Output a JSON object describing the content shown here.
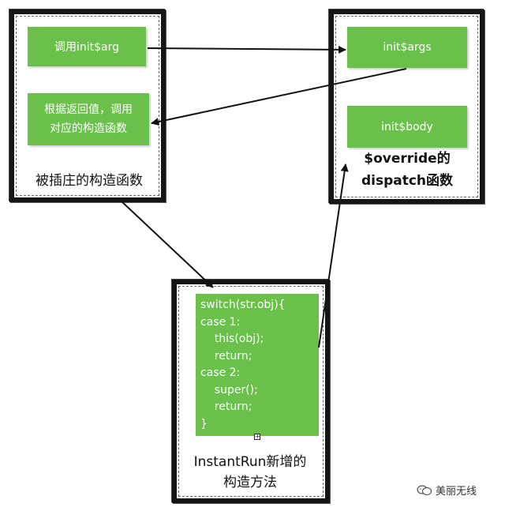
{
  "boxes": {
    "constructor": {
      "call_init": "调用init$arg",
      "dispatch": "根据返回值，调用\n对应的构造函数",
      "caption": "被插庄的构造函数"
    },
    "override": {
      "init_args": "init$args",
      "init_body": "init$body",
      "caption_line1": "$override的",
      "caption_line2": "dispatch函数"
    },
    "instantrun": {
      "code": "switch(str.obj){\ncase 1:\n    this(obj);\n    return;\ncase 2:\n    super();\n    return;\n}",
      "caption_line1": "InstantRun新增的",
      "caption_line2": "构造方法"
    }
  },
  "watermark": {
    "text": "美丽无线"
  },
  "colors": {
    "box_green": "#6bbf4b",
    "frame_black": "#151515"
  }
}
